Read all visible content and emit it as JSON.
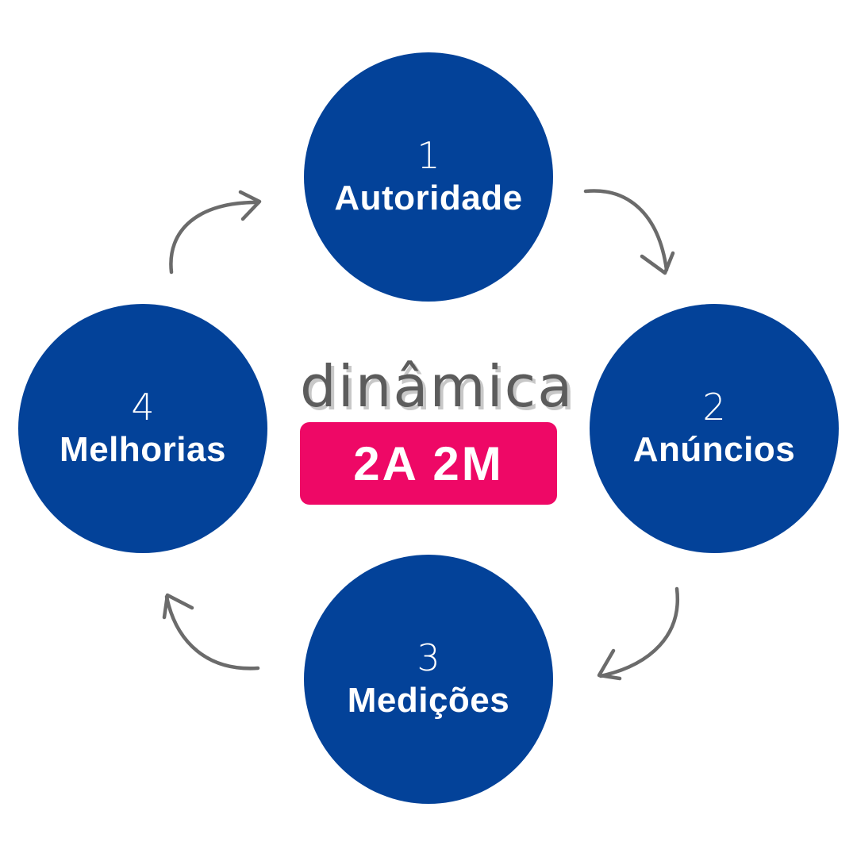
{
  "colors": {
    "circle": "#034299",
    "badge": "#ee0866",
    "arrow": "#6b6b6b",
    "title_text": "#5c5c5c",
    "title_shadow": "#c8c8c8"
  },
  "center": {
    "title": "dinâmica",
    "badge": "2A 2M"
  },
  "steps": [
    {
      "number": "1",
      "label": "Autoridade"
    },
    {
      "number": "2",
      "label": "Anúncios"
    },
    {
      "number": "3",
      "label": "Medições"
    },
    {
      "number": "4",
      "label": "Melhorias"
    }
  ],
  "arrows": [
    {
      "from": "1",
      "to": "2",
      "icon": "curved-arrow-icon"
    },
    {
      "from": "2",
      "to": "3",
      "icon": "curved-arrow-icon"
    },
    {
      "from": "3",
      "to": "4",
      "icon": "curved-arrow-icon"
    },
    {
      "from": "4",
      "to": "1",
      "icon": "curved-arrow-icon"
    }
  ]
}
